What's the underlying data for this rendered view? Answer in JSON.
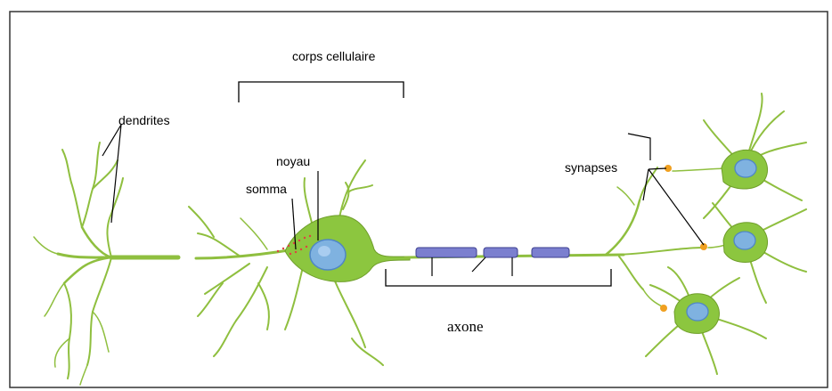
{
  "labels": {
    "corps_cellulaire": "corps cellulaire",
    "dendrites": "dendrites",
    "noyau": "noyau",
    "somma": "somma",
    "synapses": "synapses",
    "axone": "axone"
  },
  "colors": {
    "cell_body": "#8cc63f",
    "cell_outline": "#6f9e2a",
    "nucleus": "#7fb2e0",
    "nucleus_core": "#4f86c6",
    "myelin": "#7b7fcf",
    "myelin_outline": "#3d3f8f",
    "synapse": "#f0a020",
    "somma_dots": "#e04040"
  }
}
